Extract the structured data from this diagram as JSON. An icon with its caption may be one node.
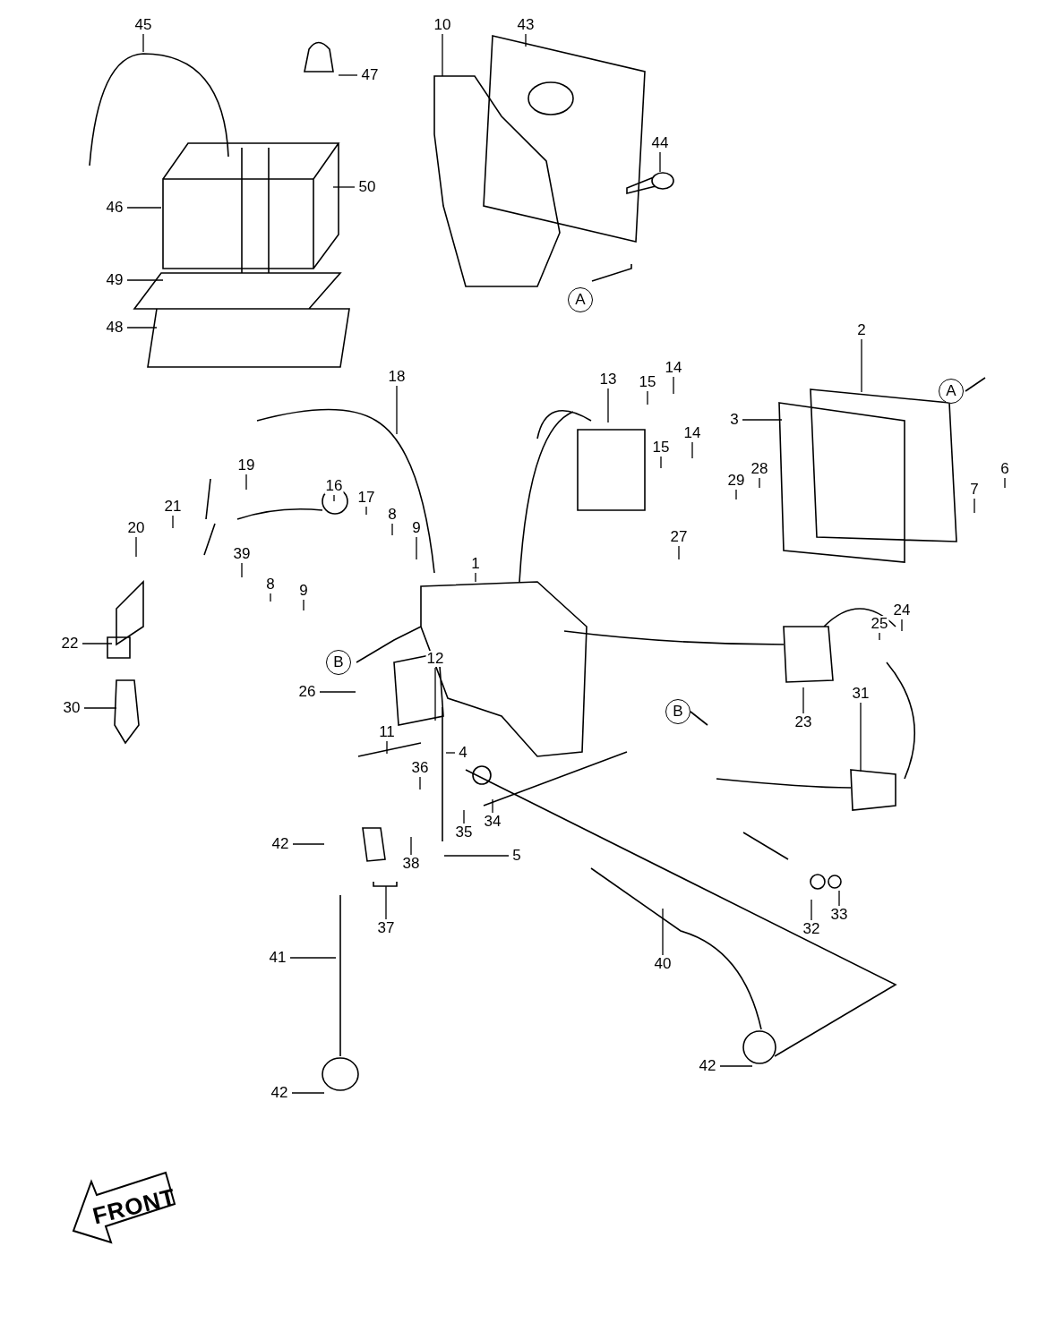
{
  "diagram": {
    "nodes": [
      {
        "text": [
          "45"
        ]
      },
      {
        "text": [
          "47"
        ]
      },
      {
        "text": [
          "10"
        ]
      },
      {
        "text": [
          "43"
        ]
      },
      {
        "text": [
          "44"
        ]
      },
      {
        "text": [
          "46"
        ]
      },
      {
        "text": [
          "50"
        ]
      },
      {
        "text": [
          "49"
        ]
      },
      {
        "text": [
          "48"
        ]
      },
      {
        "text": [
          "18"
        ]
      },
      {
        "text": [
          "2"
        ]
      },
      {
        "text": [
          "13"
        ]
      },
      {
        "text": [
          "15"
        ]
      },
      {
        "text": [
          "14"
        ]
      },
      {
        "text": [
          "15"
        ]
      },
      {
        "text": [
          "14"
        ]
      },
      {
        "text": [
          "3"
        ]
      },
      {
        "text": [
          "29"
        ]
      },
      {
        "text": [
          "28"
        ]
      },
      {
        "text": [
          "6"
        ]
      },
      {
        "text": [
          "7"
        ]
      },
      {
        "text": [
          "19"
        ]
      },
      {
        "text": [
          "21"
        ]
      },
      {
        "text": [
          "16"
        ]
      },
      {
        "text": [
          "17"
        ]
      },
      {
        "text": [
          "8"
        ]
      },
      {
        "text": [
          "9"
        ]
      },
      {
        "text": [
          "1"
        ]
      },
      {
        "text": [
          "27"
        ]
      },
      {
        "text": [
          "20"
        ]
      },
      {
        "text": [
          "39"
        ]
      },
      {
        "text": [
          "8"
        ]
      },
      {
        "text": [
          "9"
        ]
      },
      {
        "text": [
          "22"
        ]
      },
      {
        "text": [
          "26"
        ]
      },
      {
        "text": [
          "12"
        ]
      },
      {
        "text": [
          "24"
        ]
      },
      {
        "text": [
          "25"
        ]
      },
      {
        "text": [
          "23"
        ]
      },
      {
        "text": [
          "31"
        ]
      },
      {
        "text": [
          "30"
        ]
      },
      {
        "text": [
          "11"
        ]
      },
      {
        "text": [
          "4"
        ]
      },
      {
        "text": [
          "36"
        ]
      },
      {
        "text": [
          "35"
        ]
      },
      {
        "text": [
          "34"
        ]
      },
      {
        "text": [
          "42"
        ]
      },
      {
        "text": [
          "38"
        ]
      },
      {
        "text": [
          "5"
        ]
      },
      {
        "text": [
          "37"
        ]
      },
      {
        "text": [
          "32"
        ]
      },
      {
        "text": [
          "33"
        ]
      },
      {
        "text": [
          "40"
        ]
      },
      {
        "text": [
          "41"
        ]
      },
      {
        "text": [
          "42"
        ]
      },
      {
        "text": [
          "42"
        ]
      }
    ],
    "edges": [
      {
        "from": 0,
        "to": null,
        "arrow": "none"
      },
      {
        "from": 1,
        "to": null,
        "arrow": "none"
      },
      {
        "from": 2,
        "to": null,
        "arrow": "none"
      },
      {
        "from": 3,
        "to": null,
        "arrow": "none"
      },
      {
        "from": 4,
        "to": null,
        "arrow": "none"
      },
      {
        "from": 5,
        "to": null,
        "arrow": "none"
      },
      {
        "from": 6,
        "to": null,
        "arrow": "none"
      },
      {
        "from": 7,
        "to": null,
        "arrow": "none"
      },
      {
        "from": 8,
        "to": null,
        "arrow": "none"
      },
      {
        "from": 9,
        "to": null,
        "arrow": "none"
      },
      {
        "from": 10,
        "to": null,
        "arrow": "none"
      },
      {
        "from": 11,
        "to": null,
        "arrow": "none"
      },
      {
        "from": 12,
        "to": null,
        "arrow": "none"
      },
      {
        "from": 13,
        "to": null,
        "arrow": "none"
      },
      {
        "from": 14,
        "to": null,
        "arrow": "none"
      },
      {
        "from": 15,
        "to": null,
        "arrow": "none"
      },
      {
        "from": 16,
        "to": null,
        "arrow": "none"
      },
      {
        "from": 17,
        "to": null,
        "arrow": "none"
      },
      {
        "from": 18,
        "to": null,
        "arrow": "none"
      },
      {
        "from": 19,
        "to": null,
        "arrow": "none"
      },
      {
        "from": 20,
        "to": null,
        "arrow": "none"
      },
      {
        "from": 21,
        "to": null,
        "arrow": "none"
      },
      {
        "from": 22,
        "to": null,
        "arrow": "none"
      },
      {
        "from": 23,
        "to": null,
        "arrow": "none"
      },
      {
        "from": 24,
        "to": null,
        "arrow": "none"
      },
      {
        "from": 25,
        "to": null,
        "arrow": "none"
      },
      {
        "from": 26,
        "to": null,
        "arrow": "none"
      },
      {
        "from": 27,
        "to": null,
        "arrow": "none"
      },
      {
        "from": 28,
        "to": null,
        "arrow": "none"
      },
      {
        "from": 29,
        "to": null,
        "arrow": "none"
      },
      {
        "from": 30,
        "to": null,
        "arrow": "none"
      },
      {
        "from": 31,
        "to": null,
        "arrow": "none"
      },
      {
        "from": 32,
        "to": null,
        "arrow": "none"
      },
      {
        "from": 33,
        "to": null,
        "arrow": "none"
      },
      {
        "from": 34,
        "to": null,
        "arrow": "none"
      },
      {
        "from": 35,
        "to": null,
        "arrow": "none"
      },
      {
        "from": 36,
        "to": null,
        "arrow": "none"
      },
      {
        "from": 37,
        "to": null,
        "arrow": "none"
      },
      {
        "from": 38,
        "to": null,
        "arrow": "none"
      },
      {
        "from": 39,
        "to": null,
        "arrow": "none"
      },
      {
        "from": 40,
        "to": null,
        "arrow": "none"
      },
      {
        "from": 41,
        "to": null,
        "arrow": "none"
      },
      {
        "from": 42,
        "to": null,
        "arrow": "none"
      },
      {
        "from": 43,
        "to": null,
        "arrow": "none"
      },
      {
        "from": 44,
        "to": null,
        "arrow": "none"
      },
      {
        "from": 45,
        "to": null,
        "arrow": "none"
      },
      {
        "from": 46,
        "to": null,
        "arrow": "none"
      },
      {
        "from": 47,
        "to": null,
        "arrow": "none"
      },
      {
        "from": 48,
        "to": null,
        "arrow": "none"
      },
      {
        "from": 49,
        "to": null,
        "arrow": "none"
      },
      {
        "from": 50,
        "to": null,
        "arrow": "none"
      },
      {
        "from": 51,
        "to": null,
        "arrow": "none"
      },
      {
        "from": 52,
        "to": null,
        "arrow": "none"
      },
      {
        "from": 53,
        "to": null,
        "arrow": "none"
      },
      {
        "from": 54,
        "to": null,
        "arrow": "none"
      },
      {
        "from": 55,
        "to": null,
        "arrow": "none"
      }
    ],
    "labels": [
      "A",
      "A",
      "B",
      "B",
      "FRONT"
    ]
  }
}
